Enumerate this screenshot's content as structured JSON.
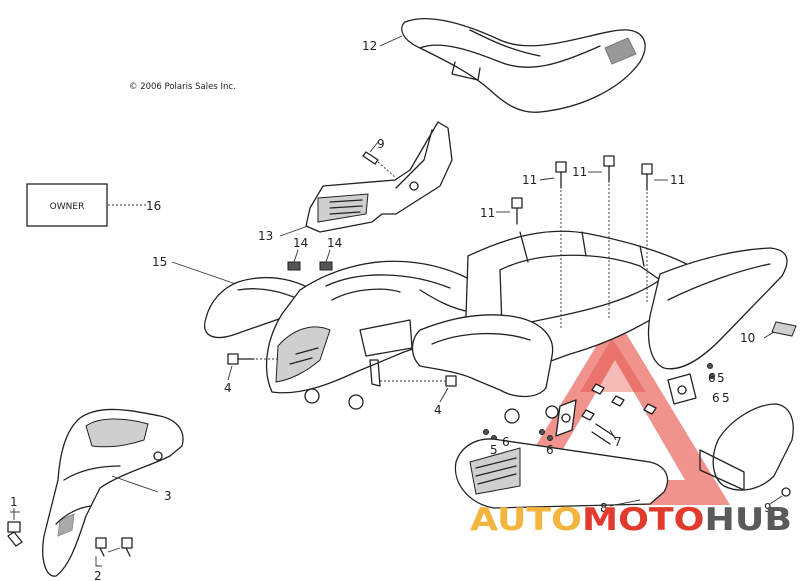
{
  "copyright": "© 2006 Polaris Sales Inc.",
  "decal_label": "OWNER",
  "brand": {
    "part1": "AUTO",
    "part2": "MOTO",
    "part3": "HUB",
    "color1": "#f3b53d",
    "color2": "#e23b2e",
    "color3": "#5a5a5a",
    "triangle_color": "#e23b2e"
  },
  "callouts": {
    "c1": "1",
    "c2": "2",
    "c3": "3",
    "c4a": "4",
    "c4b": "4",
    "c5a": "5",
    "c5b": "5",
    "c5c": "5",
    "c6a": "6",
    "c6b": "6",
    "c6c": "6",
    "c6d": "6",
    "c7": "7",
    "c8": "8",
    "c9a": "9",
    "c9b": "9",
    "c10": "10",
    "c11a": "11",
    "c11b": "11",
    "c11c": "11",
    "c11d": "11",
    "c12": "12",
    "c13": "13",
    "c14a": "14",
    "c14b": "14",
    "c15": "15",
    "c16": "16"
  }
}
